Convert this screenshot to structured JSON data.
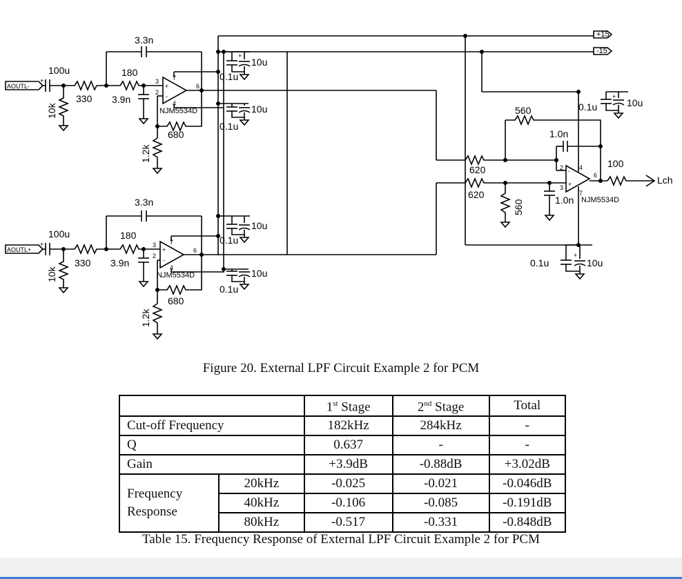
{
  "schematic": {
    "power": {
      "pos": "+15",
      "neg": "-15"
    },
    "ch1": {
      "input": "AOUTL-",
      "c_in": "100u",
      "r_shunt": "10k",
      "r1": "330",
      "c_fb": "3.3n",
      "r2": "180",
      "c_gnd": "3.9n",
      "r_fb": "680",
      "r_bias": "1.2k",
      "opamp": "NJM5534D",
      "dec_a_small": "0.1u",
      "dec_a_big": "10u",
      "dec_b_small": "0.1u",
      "dec_b_big": "10u"
    },
    "ch2": {
      "input": "AOUTL+",
      "c_in": "100u",
      "r_shunt": "10k",
      "r1": "330",
      "c_fb": "3.3n",
      "r2": "180",
      "c_gnd": "3.9n",
      "r_fb": "680",
      "r_bias": "1.2k",
      "opamp": "NJM5534D",
      "dec_a_small": "0.1u",
      "dec_a_big": "10u",
      "dec_b_small": "0.1u",
      "dec_b_big": "10u"
    },
    "stage2": {
      "r_fb": "560",
      "c_fb": "1.0n",
      "r_in_a": "620",
      "r_in_b": "620",
      "r_gnd": "560",
      "c_gnd": "1.0n",
      "r_out": "100",
      "output": "Lch",
      "opamp": "NJM5534D",
      "dec_top_small": "0.1u",
      "dec_top_big": "10u",
      "dec_bot_small": "0.1u",
      "dec_bot_big": "10u"
    }
  },
  "figure_caption": "Figure 20. External LPF Circuit Example 2 for PCM",
  "table": {
    "col1_sup": "st",
    "col1_text": "Stage",
    "col1_num": "1",
    "col2_num": "2",
    "col2_sup": "nd",
    "col2_text": "Stage",
    "col3": "Total",
    "rows": [
      {
        "label": "Cut-off Frequency",
        "s1": "182kHz",
        "s2": "284kHz",
        "total": "-"
      },
      {
        "label": "Q",
        "s1": "0.637",
        "s2": "-",
        "total": "-"
      },
      {
        "label": "Gain",
        "s1": "+3.9dB",
        "s2": "-0.88dB",
        "total": "+3.02dB"
      }
    ],
    "fr_label_line1": "Frequency",
    "fr_label_line2": "Response",
    "fr_rows": [
      {
        "freq": "20kHz",
        "s1": "-0.025",
        "s2": "-0.021",
        "total": "-0.046dB"
      },
      {
        "freq": "40kHz",
        "s1": "-0.106",
        "s2": "-0.085",
        "total": "-0.191dB"
      },
      {
        "freq": "80kHz",
        "s1": "-0.517",
        "s2": "-0.331",
        "total": "-0.848dB"
      }
    ]
  },
  "table_caption": "Table 15. Frequency Response of External LPF Circuit Example 2 for PCM"
}
